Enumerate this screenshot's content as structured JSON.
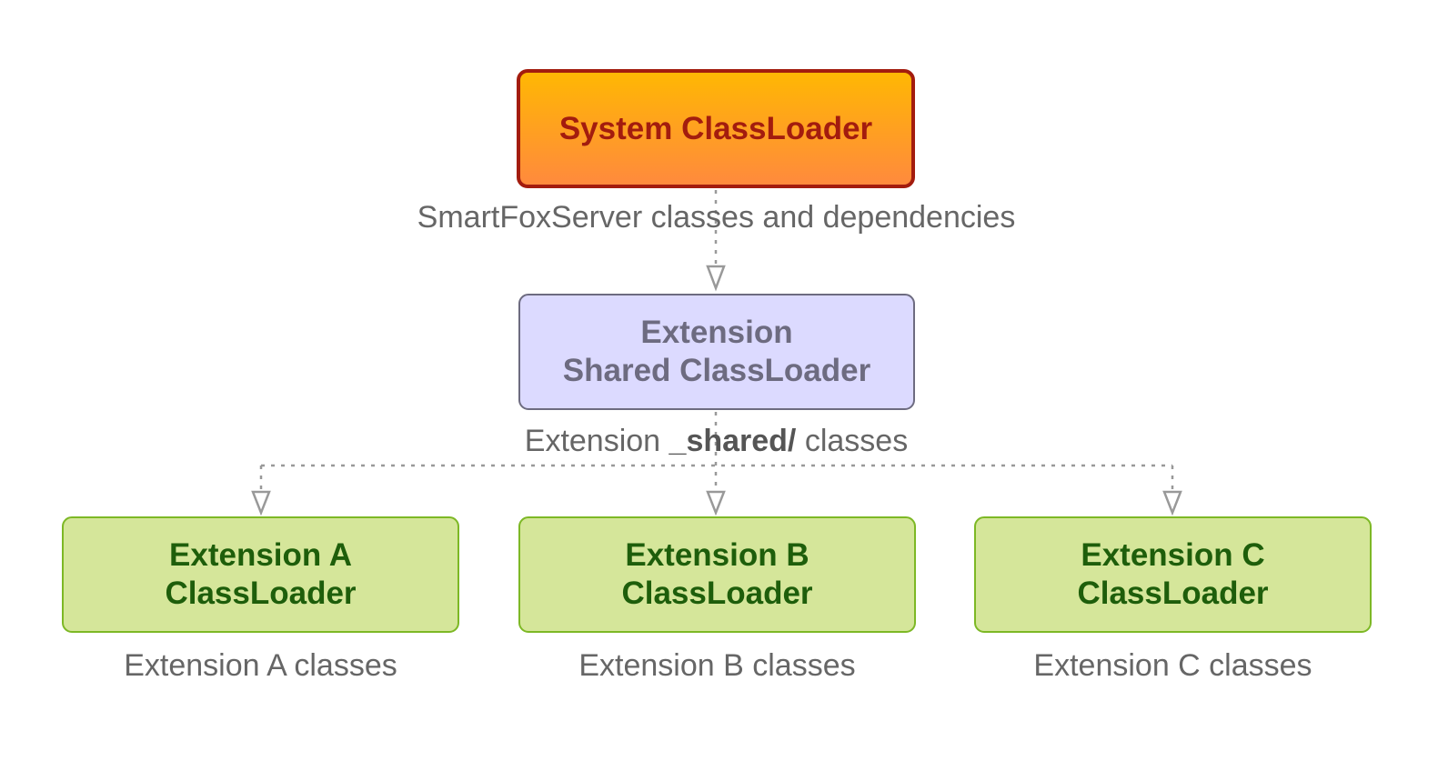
{
  "nodes": {
    "system": {
      "label": "System ClassLoader",
      "caption": "SmartFoxServer classes and dependencies"
    },
    "shared": {
      "label_line1": "Extension",
      "label_line2": "Shared ClassLoader",
      "caption_prefix": "Extension ",
      "caption_strong": "_shared/",
      "caption_suffix": " classes"
    },
    "extensions": [
      {
        "label_line1": "Extension A",
        "label_line2": "ClassLoader",
        "caption": "Extension A classes"
      },
      {
        "label_line1": "Extension B",
        "label_line2": "ClassLoader",
        "caption": "Extension B classes"
      },
      {
        "label_line1": "Extension C",
        "label_line2": "ClassLoader",
        "caption": "Extension C classes"
      }
    ]
  },
  "colors": {
    "system_border": "#a31c0e",
    "system_gradient_top": "#ffb703",
    "system_gradient_bottom": "#ff8a3d",
    "shared_fill": "#dcdaff",
    "shared_border": "#6d6b80",
    "extension_fill": "#d5e69a",
    "extension_border": "#7db825",
    "extension_text": "#1e5e0b",
    "connector": "#999999",
    "caption_text": "#666666"
  }
}
